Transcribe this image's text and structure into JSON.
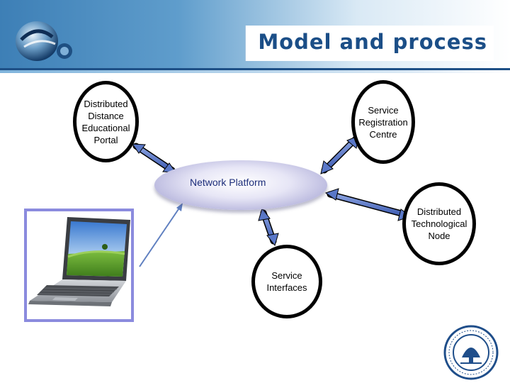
{
  "slide": {
    "title": "Model and process"
  },
  "diagram": {
    "center": {
      "label": "Network Platform"
    },
    "nodes": [
      {
        "id": "portal",
        "label": "Distributed\nDistance\nEducational\nPortal"
      },
      {
        "id": "src",
        "label": "Service\nRegistration\nCentre"
      },
      {
        "id": "dtn",
        "label": "Distributed\nTechnological\nNode"
      },
      {
        "id": "si",
        "label": "Service\nInterfaces"
      }
    ],
    "links": [
      {
        "from": "portal",
        "to": "center",
        "bidirectional": true
      },
      {
        "from": "src",
        "to": "center",
        "bidirectional": true
      },
      {
        "from": "dtn",
        "to": "center",
        "bidirectional": true
      },
      {
        "from": "si",
        "to": "center",
        "bidirectional": true
      },
      {
        "from": "laptop",
        "to": "center",
        "bidirectional": false
      }
    ]
  },
  "colors": {
    "header_dark": "#1b4e87",
    "arrow_fill": "#5a78c8",
    "node_border": "#000000",
    "laptop_frame": "#8b8bde"
  },
  "images": {
    "laptop": "laptop-photo",
    "emblem": "university-seal"
  }
}
